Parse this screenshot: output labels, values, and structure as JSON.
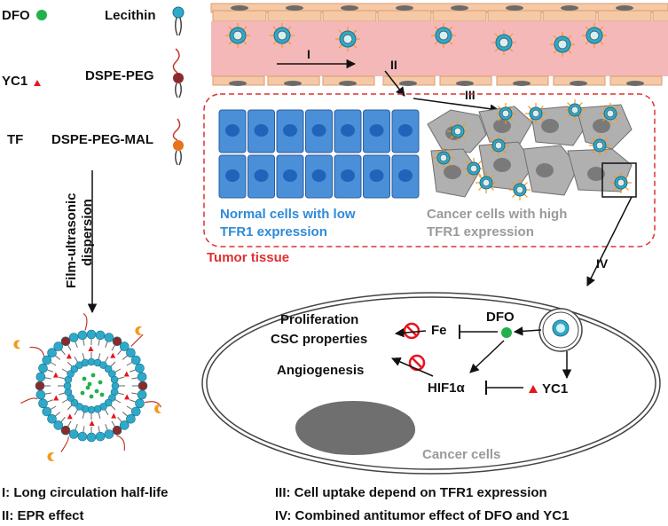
{
  "legend": {
    "dfo": "DFO",
    "lecithin": "Lecithin",
    "yc1": "YC1",
    "dspe_peg": "DSPE-PEG",
    "tf": "TF",
    "dspe_peg_mal": "DSPE-PEG-MAL"
  },
  "process": {
    "film_line1": "Film-ultrasonic",
    "film_line2": "dispersion"
  },
  "steps": {
    "s1": "I",
    "s2": "II",
    "s3": "III",
    "s4": "IV"
  },
  "tissue": {
    "normal_line1": "Normal cells with low",
    "normal_line2": "TFR1 expression",
    "cancer_line1": "Cancer cells with high",
    "cancer_line2": "TFR1 expression",
    "tumor_label": "Tumor tissue"
  },
  "mechanism": {
    "proliferation": "Proliferation",
    "csc": "CSC properties",
    "fe": "Fe",
    "dfo": "DFO",
    "angiogenesis": "Angiogenesis",
    "hif": "HIF1α",
    "yc1": "YC1",
    "cancer_cells": "Cancer cells"
  },
  "footer": {
    "f1": "I: Long circulation half-life",
    "f2": "II: EPR effect",
    "f3": "III: Cell uptake depend on TFR1 expression",
    "f4": "IV: Combined antitumor effect of DFO and YC1"
  },
  "colors": {
    "dfo_green": "#22b04b",
    "yc1_red": "#e8141c",
    "tf_orange": "#f39a1e",
    "lecithin_blue": "#2fa9c9",
    "peg_brown": "#8b2a2a",
    "mal_orange": "#e8731c",
    "vessel_pink": "#f4b8b8",
    "tumor_border": "#e03030",
    "normal_cell_blue": "#4a8fd8",
    "text_blue": "#2f8ad8",
    "text_gray": "#9a9a9a"
  }
}
